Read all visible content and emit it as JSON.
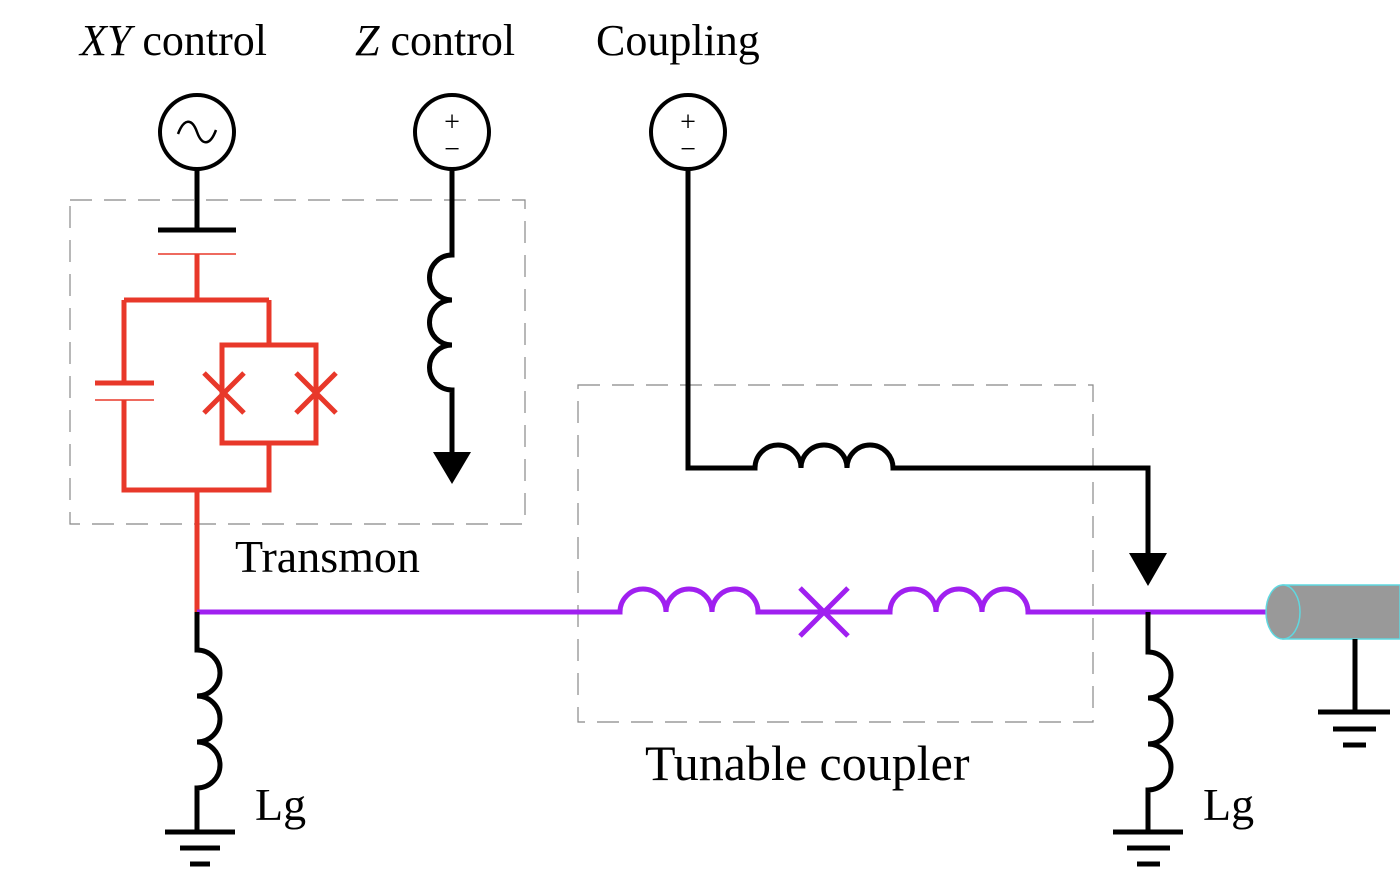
{
  "labels": {
    "xy_control_italic": "XY",
    "xy_control_rest": " control",
    "z_control_italic": "Z",
    "z_control_rest": " control",
    "coupling": "Coupling",
    "transmon": "Transmon",
    "tunable_coupler": "Tunable coupler",
    "lg_left": "Lg",
    "lg_right": "Lg",
    "source_plus": "+",
    "source_minus": "−"
  },
  "colors": {
    "transmon": "#e8382a",
    "coupler": "#a020f0",
    "wire": "#000000",
    "box": "#888888",
    "coax_fill": "#999999",
    "coax_edge": "#5fd8e0"
  }
}
